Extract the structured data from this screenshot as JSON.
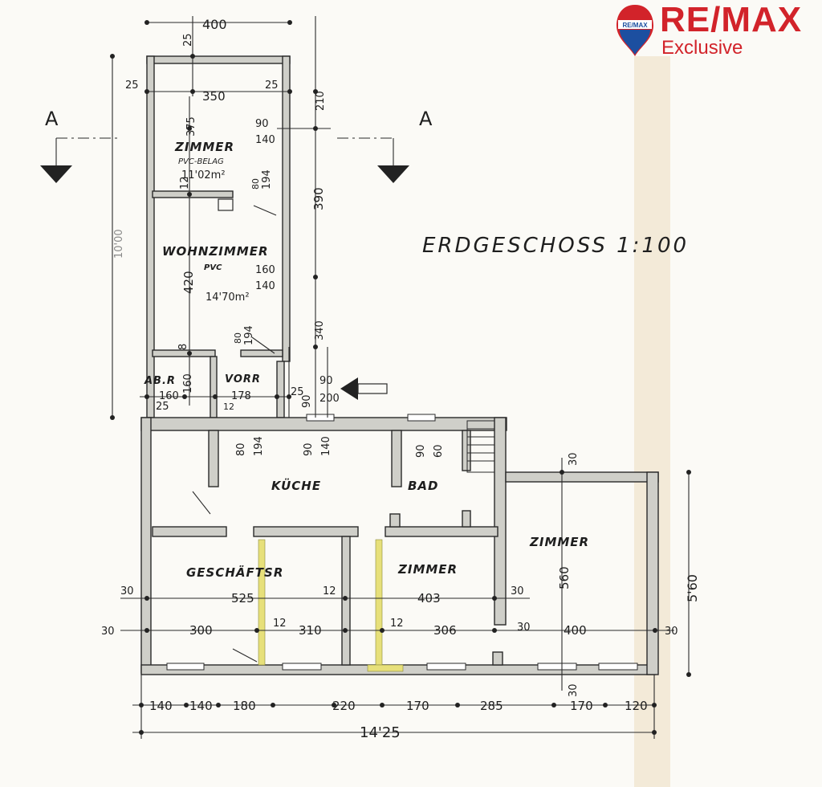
{
  "brand": {
    "logo_main": "RE/MAX",
    "logo_sub": "Exclusive",
    "balloon_label": "RE/MAX",
    "colors": {
      "red": "#d2232a",
      "blue": "#1c4fa0"
    }
  },
  "plan": {
    "title": "ERDGESCHOSS 1:100",
    "section_marker_left": "A",
    "section_marker_right": "A",
    "rooms": {
      "zimmer_top": "ZIMMER",
      "zimmer_top_floor": "PVC-BELAG",
      "zimmer_top_area": "11'02m²",
      "wohnzimmer": "WOHNZIMMER",
      "wohnzimmer_floor": "PVC",
      "wohnzimmer_area": "14'70m²",
      "abr": "AB.R",
      "vorr": "VORR",
      "kueche": "KÜCHE",
      "bad": "BAD",
      "geschaeftsr": "GESCHÄFTSR",
      "zimmer_mid": "ZIMMER",
      "zimmer_right": "ZIMMER"
    },
    "dims": {
      "top_width": "400",
      "top_wall": "25",
      "left_wall": "25",
      "right_wall": "25",
      "inner_width": "350",
      "top_right": "210",
      "h_375": "375",
      "d_90": "90",
      "d_140": "140",
      "h_12": "12",
      "d_80": "80",
      "d_194": "194",
      "h_390": "390",
      "total_height": "10'00",
      "h_420": "420",
      "d_160": "160",
      "d_140b": "140",
      "h_340": "340",
      "d_8": "8",
      "d_80b": "80",
      "d_194b": "194",
      "d_90e": "90",
      "d_200": "200",
      "w_160": "160",
      "w_160v": "160",
      "w_178": "178",
      "w_25a": "25",
      "w_25b": "25",
      "w_12": "12",
      "w_90": "90",
      "k_80": "80",
      "k_194": "194",
      "k_90": "90",
      "k_140": "140",
      "b_90": "90",
      "b_60": "60",
      "r_30": "30",
      "h_560": "560",
      "h_560b": "5'60",
      "l1_30": "30",
      "l1_525": "525",
      "l1_12": "12",
      "l1_403": "403",
      "l1_30r": "30",
      "l2_30": "30",
      "l2_300": "300",
      "l2_12": "12",
      "l2_310": "310",
      "l2_12b": "12",
      "l2_306": "306",
      "l2_30m": "30",
      "l2_400": "400",
      "l2_30r": "30",
      "b_30v": "30",
      "bottom": [
        "140",
        "140",
        "180",
        "220",
        "170",
        "285",
        "170",
        "120"
      ],
      "total_width": "14'25"
    }
  }
}
